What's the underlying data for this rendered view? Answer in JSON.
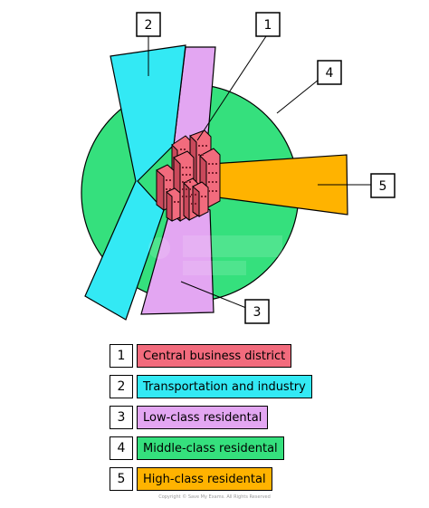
{
  "colors": {
    "cbd": "#f26b7d",
    "transport": "#33e9f4",
    "low_class": "#e3a6f2",
    "middle_class": "#35e07d",
    "high_class": "#ffb300"
  },
  "zone_numbers": [
    "1",
    "2",
    "3",
    "4",
    "5"
  ],
  "legend": [
    {
      "number": "1",
      "label": "Central business district",
      "color": "#f26b7d"
    },
    {
      "number": "2",
      "label": "Transportation and industry",
      "color": "#33e9f4"
    },
    {
      "number": "3",
      "label": "Low-class residental",
      "color": "#e3a6f2"
    },
    {
      "number": "4",
      "label": "Middle-class residental",
      "color": "#35e07d"
    },
    {
      "number": "5",
      "label": "High-class residental",
      "color": "#ffb300"
    }
  ],
  "footer": "Copyright © Save My Exams. All Rights Reserved"
}
